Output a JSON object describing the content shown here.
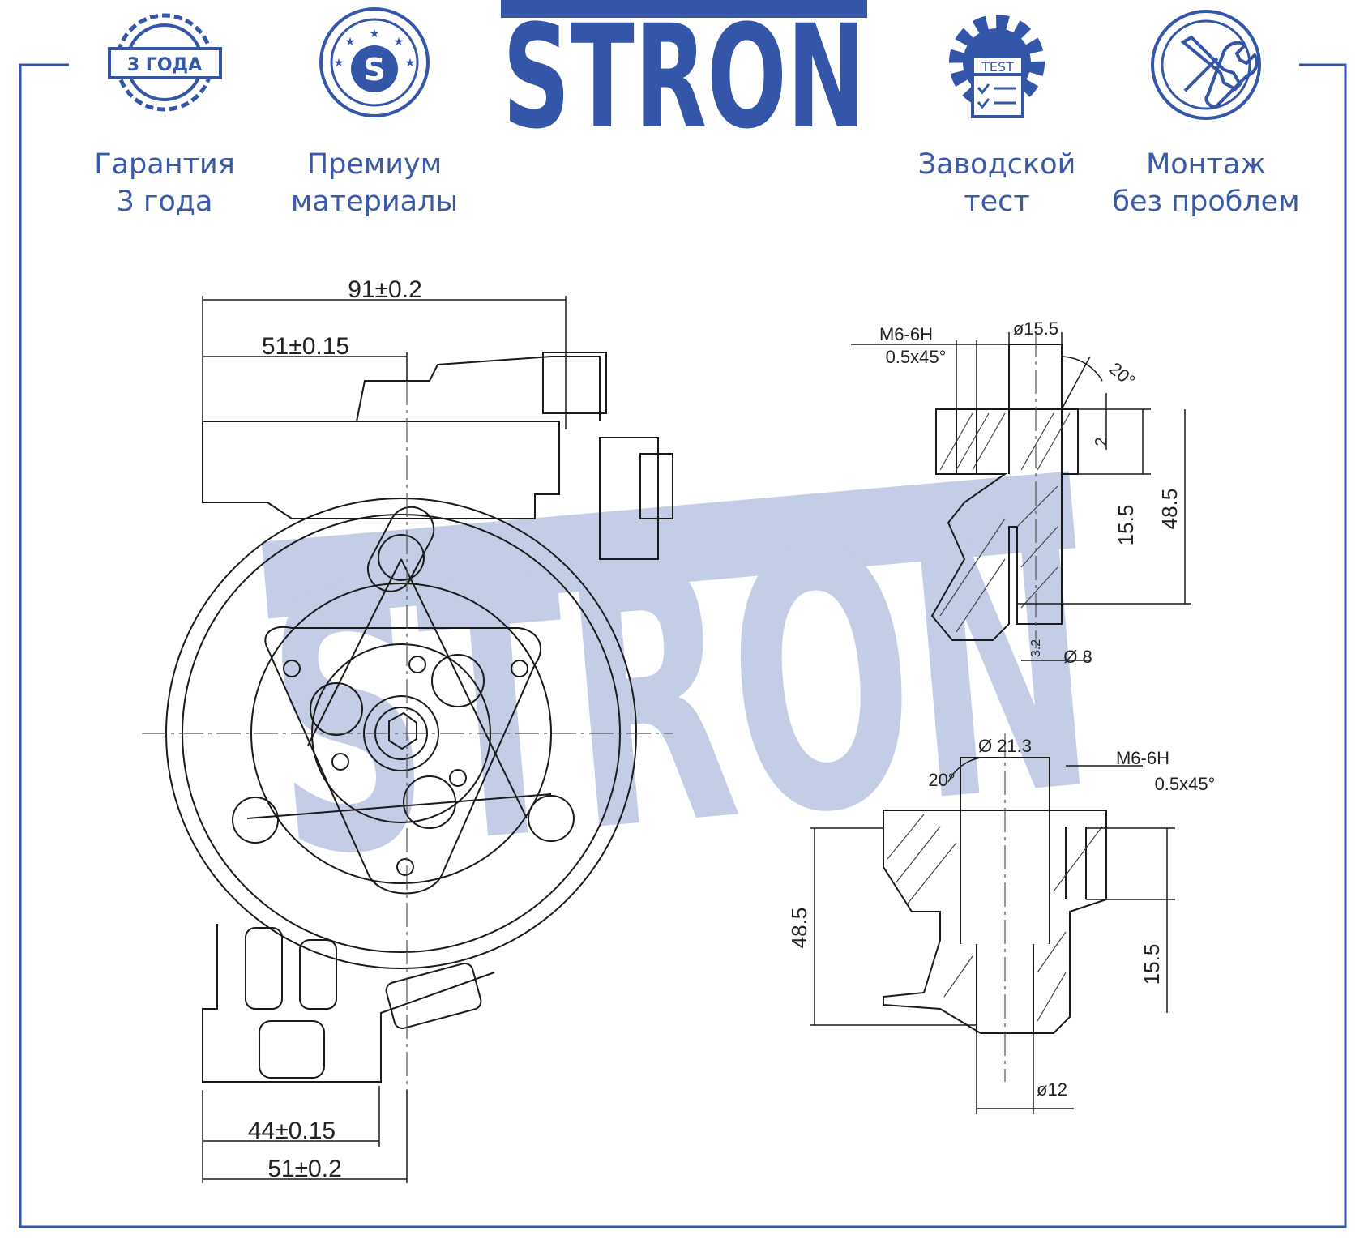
{
  "brand": {
    "name": "STRON",
    "watermark": "STRON",
    "color": "#3356a8",
    "watermark_color": "#c3cde6"
  },
  "features": [
    {
      "icon": "warranty-seal-icon",
      "badge": "3 ГОДА",
      "line1": "Гарантия",
      "line2": "3 года"
    },
    {
      "icon": "premium-s-icon",
      "badge": "S",
      "line1": "Премиум",
      "line2": "материалы"
    },
    {
      "icon": "factory-test-gear-icon",
      "badge": "TEST",
      "line1": "Заводской",
      "line2": "тест"
    },
    {
      "icon": "tools-wrench-screwdriver-icon",
      "line1": "Монтаж",
      "line2": "без проблем"
    }
  ],
  "dimensions": {
    "front": {
      "width_total": "91±0.2",
      "top_offset": "51±0.15",
      "bottom_inner": "44±0.15",
      "bottom_outer": "51±0.2"
    },
    "port_upper": {
      "diameter": "ø15.5",
      "thread": "M6-6H",
      "chamfer": "0.5x45°",
      "angle": "20°",
      "step": "2",
      "depth": "15.5",
      "height": "48.5",
      "roughness": "3.2",
      "bore": "Ø 8"
    },
    "port_lower": {
      "diameter": "Ø 21.3",
      "thread": "M6-6H",
      "chamfer": "0.5x45°",
      "angle": "20°",
      "height": "48.5",
      "depth": "15.5",
      "bore": "ø12"
    }
  }
}
